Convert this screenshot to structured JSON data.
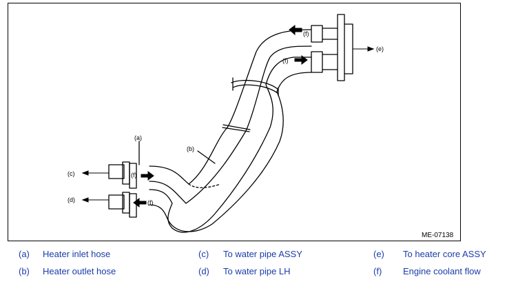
{
  "figure": {
    "id": "ME-07138",
    "callouts": {
      "a": "(a)",
      "b": "(b)",
      "c": "(c)",
      "d": "(d)",
      "e": "(e)",
      "f1": "(f)",
      "f2": "(f)",
      "f3": "(f)",
      "f4": "(f)"
    }
  },
  "legend": {
    "color": "#1a3ca8",
    "items": [
      {
        "key": "(a)",
        "label": "Heater inlet hose"
      },
      {
        "key": "(b)",
        "label": "Heater outlet hose"
      },
      {
        "key": "(c)",
        "label": "To water pipe ASSY"
      },
      {
        "key": "(d)",
        "label": "To water pipe LH"
      },
      {
        "key": "(e)",
        "label": "To heater core ASSY"
      },
      {
        "key": "(f)",
        "label": "Engine coolant flow"
      }
    ]
  }
}
